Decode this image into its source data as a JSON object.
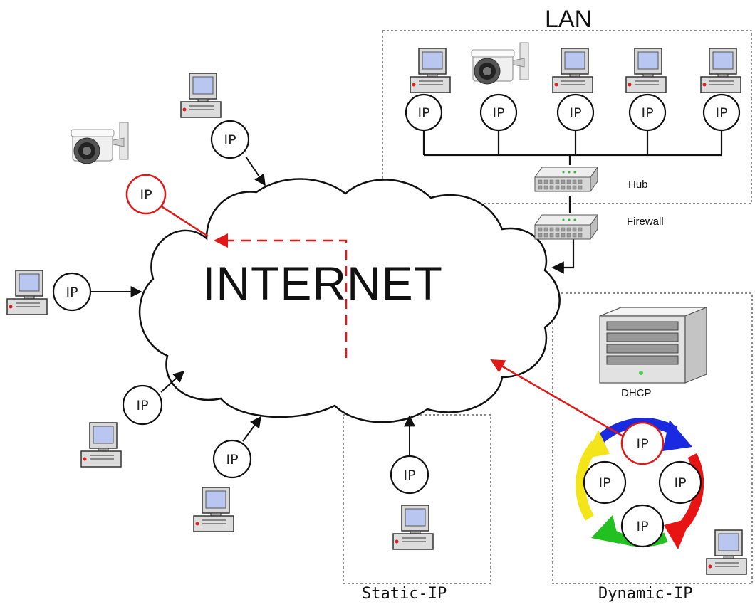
{
  "internet_label": "INTERNET",
  "lan_label": "LAN",
  "hub_label": "Hub",
  "firewall_label": "Firewall",
  "dhcp_label": "DHCP",
  "static_ip_label": "Static-IP",
  "dynamic_ip_label": "Dynamic-IP",
  "ip_label": "IP",
  "colors": {
    "highlight": "#e01818",
    "ring": [
      "#1a2ae0",
      "#e81414",
      "#22c020",
      "#f4e41a"
    ],
    "monitor_screen": "#b8c6f0",
    "device_body": "#dcdcdc"
  },
  "icons": [
    "pc-icon",
    "ip-camera-icon",
    "network-hub-icon",
    "firewall-icon",
    "dhcp-server-icon",
    "internet-cloud-icon"
  ]
}
